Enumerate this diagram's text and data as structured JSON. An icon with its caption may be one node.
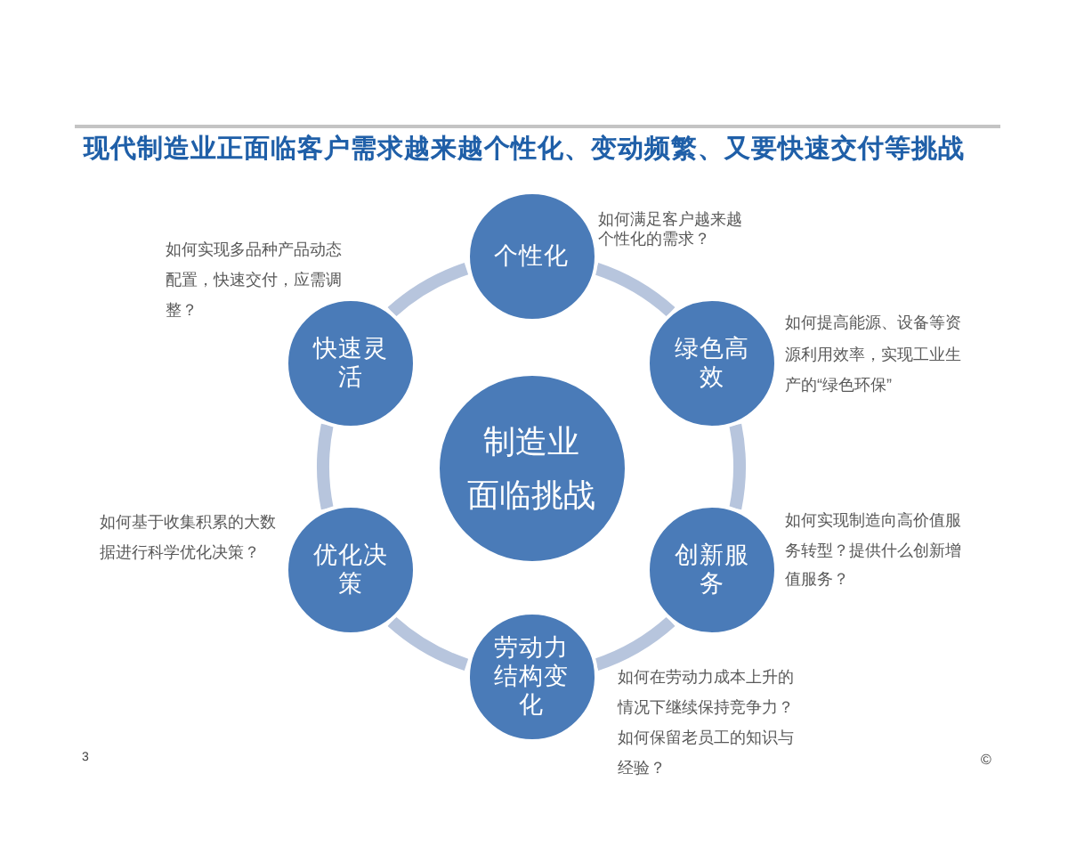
{
  "diagram": {
    "title": "现代制造业正面临客户需求越来越个性化、变动频繁、又要快速交付等挑战",
    "nodes": [
      {
        "text": [
          "制造业面临挑战"
        ]
      },
      {
        "text": [
          "个性化"
        ],
        "beside": [
          "如何满足客户越来越个性化的需求？"
        ]
      },
      {
        "text": [
          "绿色高效"
        ],
        "beside": [
          "如何提高能源、设备等资源利用效率，实现工业生产的“绿色环保”"
        ]
      },
      {
        "text": [
          "创新服务"
        ],
        "beside": [
          "如何实现制造向高价值服务转型？提供什么创新增值服务？"
        ]
      },
      {
        "text": [
          "劳动力结构变化"
        ],
        "beside": [
          "如何在劳动力成本上升的情况下继续保持竞争力？如何保留老员工的知识与经验？"
        ]
      },
      {
        "text": [
          "优化决策"
        ],
        "beside": [
          "如何基于收集积累的大数据进行科学优化决策？"
        ]
      },
      {
        "text": [
          "快速灵活"
        ],
        "beside": [
          "如何实现多品种产品动态配置，快速交付，应需调整？"
        ]
      }
    ],
    "edges": [
      {
        "from": 1,
        "to": 2,
        "arrow": "none"
      },
      {
        "from": 2,
        "to": 3,
        "arrow": "none"
      },
      {
        "from": 3,
        "to": 4,
        "arrow": "none"
      },
      {
        "from": 4,
        "to": 5,
        "arrow": "none"
      },
      {
        "from": 5,
        "to": 6,
        "arrow": "none"
      },
      {
        "from": 6,
        "to": 1,
        "arrow": "none"
      }
    ],
    "labels": [
      "3",
      "©"
    ]
  }
}
